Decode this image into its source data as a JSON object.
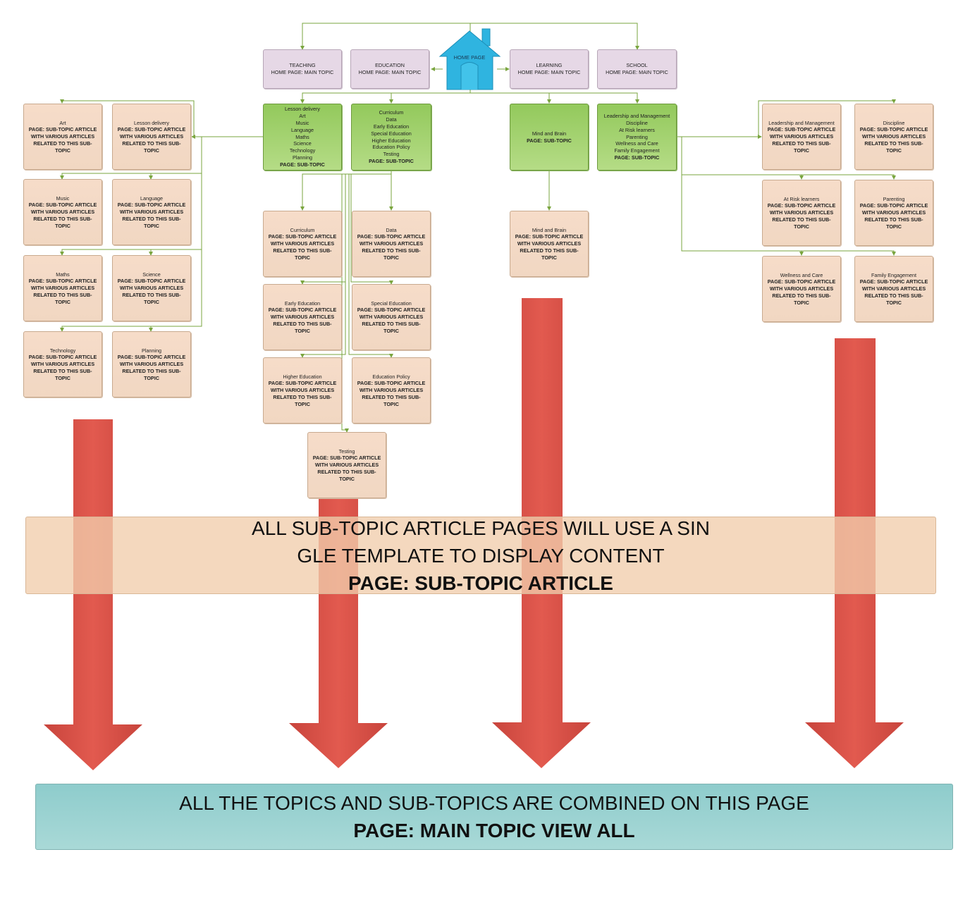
{
  "home": {
    "label": "HOME PAGE"
  },
  "main_topics": [
    {
      "title": "TEACHING",
      "page": "HOME PAGE: MAIN TOPIC"
    },
    {
      "title": "EDUCATION",
      "page": "HOME PAGE: MAIN TOPIC"
    },
    {
      "title": "LEARNING",
      "page": "HOME PAGE: MAIN TOPIC"
    },
    {
      "title": "SCHOOL",
      "page": "HOME PAGE: MAIN TOPIC"
    }
  ],
  "sub_topic_groups": [
    {
      "lines": [
        "Lesson delivery",
        "Art",
        "Music",
        "Language",
        "Maths",
        "Science",
        "Technology",
        "Planning"
      ],
      "page": "PAGE: SUB-TOPIC"
    },
    {
      "lines": [
        "Curriculum",
        "Data",
        "Early Education",
        "Special Education",
        "Higher Education",
        "Education Policy",
        "Testing"
      ],
      "page": "PAGE: SUB-TOPIC"
    },
    {
      "lines": [
        "Mind and Brain"
      ],
      "page": "PAGE: SUB-TOPIC"
    },
    {
      "lines": [
        "Leadership and Management",
        "Discipline",
        "At Risk learners",
        "Parenting",
        "Wellness and Care",
        "Family Engagement"
      ],
      "page": "PAGE: SUB-TOPIC"
    }
  ],
  "article_page": [
    "PAGE: SUB-TOPIC ARTICLE",
    "WITH VARIOUS ARTICLES",
    "RELATED TO THIS SUB-",
    "TOPIC"
  ],
  "articles": {
    "teaching": [
      "Art",
      "Lesson delivery",
      "Music",
      "Language",
      "Maths",
      "Science",
      "Technology",
      "Planning"
    ],
    "education": [
      "Curriculum",
      "Data",
      "Early Education",
      "Special Education",
      "Higher Education",
      "Education Policy",
      "Testing"
    ],
    "learning": [
      "Mind and Brain"
    ],
    "school": [
      "Leadership and Management",
      "Discipline",
      "At Risk learners",
      "Parenting",
      "Wellness and Care",
      "Family Engagement"
    ]
  },
  "banner_article": {
    "line1": "ALL SUB-TOPIC ARTICLE PAGES WILL USE A SIN",
    "line2": "GLE TEMPLATE TO DISPLAY CONTENT",
    "line3": "PAGE: SUB-TOPIC ARTICLE"
  },
  "banner_view_all": {
    "line1": "ALL THE TOPICS AND SUB-TOPICS ARE COMBINED ON THIS PAGE",
    "line2": "PAGE: MAIN TOPIC VIEW ALL"
  },
  "colors": {
    "connector": "#7aa53f",
    "arrow": "#d9534a",
    "home_icon": "#2fb4e0",
    "main_topic": "#e6d8e6",
    "sub_topic": "#a6d26f",
    "article": "#f3d8c4",
    "view_all": "#9ed3d1"
  }
}
